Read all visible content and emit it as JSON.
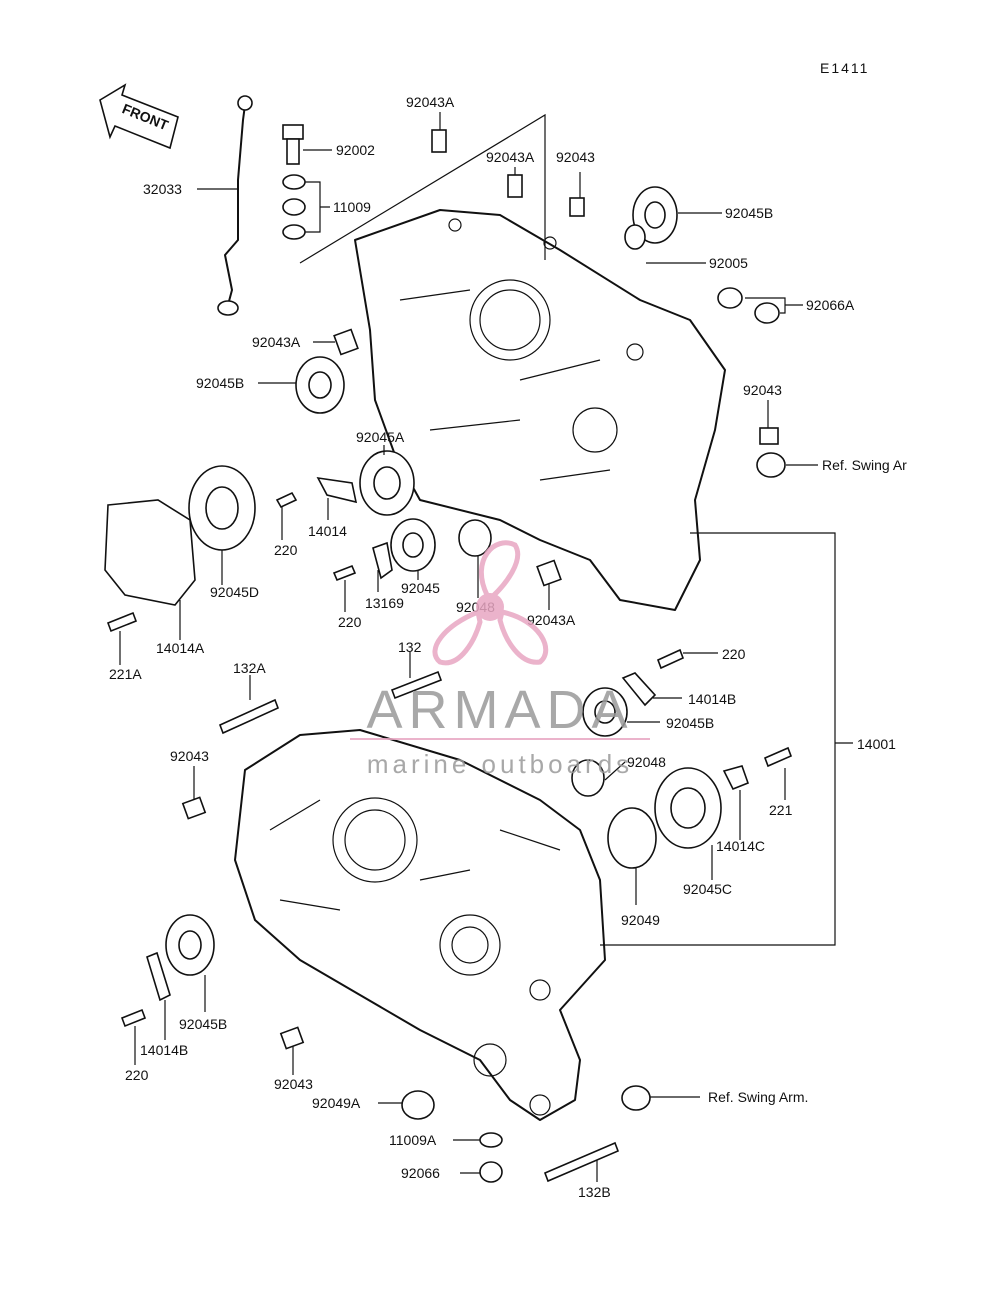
{
  "diagram_id": "E1411",
  "front_arrow_label": "FRONT",
  "labels": {
    "l32033": "32033",
    "l92002": "92002",
    "l11009": "11009",
    "l92043A_top": "92043A",
    "l92043A_mid": "92043A",
    "l92043_top": "92043",
    "l92045B_top": "92045B",
    "l92005": "92005",
    "l92066A": "92066A",
    "l92043A_left": "92043A",
    "l92045B_left": "92045B",
    "l92043_right": "92043",
    "l92045A": "92045A",
    "l14014": "14014",
    "l220_a": "220",
    "l92045D": "92045D",
    "l13169": "13169",
    "l92045": "92045",
    "l220_b": "220",
    "l92048_top": "92048",
    "l92043A_bottom": "92043A",
    "l14014A": "14014A",
    "l221A": "221A",
    "l132A": "132A",
    "l132": "132",
    "l220_c": "220",
    "l14014B_right": "14014B",
    "l92045B_mid": "92045B",
    "l14001": "14001",
    "l92043_left": "92043",
    "l92048_mid": "92048",
    "l221": "221",
    "l14014C": "14014C",
    "l92045C": "92045C",
    "l92049": "92049",
    "l92045B_bottom": "92045B",
    "l14014B_left": "14014B",
    "l220_d": "220",
    "l92043_bottom": "92043",
    "l92049A": "92049A",
    "l11009A": "11009A",
    "l92066": "92066",
    "l132B": "132B"
  },
  "ref_swing_top": "Ref. Swing Ar",
  "ref_swing_bottom": "Ref. Swing Arm.",
  "watermark": {
    "brand": "ARMADA",
    "tagline": "marine outboards",
    "color": "#e8a6c2"
  }
}
